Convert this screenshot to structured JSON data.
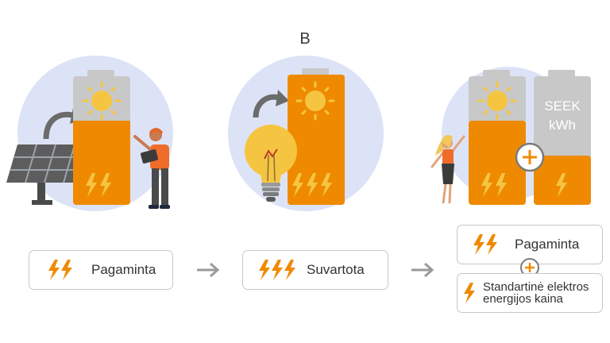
{
  "header": {
    "title": "B"
  },
  "panel_right": {
    "battery_label_line1": "SEEK",
    "battery_label_line2": "kWh"
  },
  "boxes": {
    "left_label": "Pagaminta",
    "middle_label": "Suvartota",
    "right_top_label": "Pagaminta",
    "right_bottom_line1": "Standartinė elektros",
    "right_bottom_line2": "energijos kaina"
  },
  "colors": {
    "orange": "#ef8a00",
    "gray_battery": "#c8c8c8",
    "circle_bg": "#dde3f6",
    "bolt": "#f5c542"
  }
}
